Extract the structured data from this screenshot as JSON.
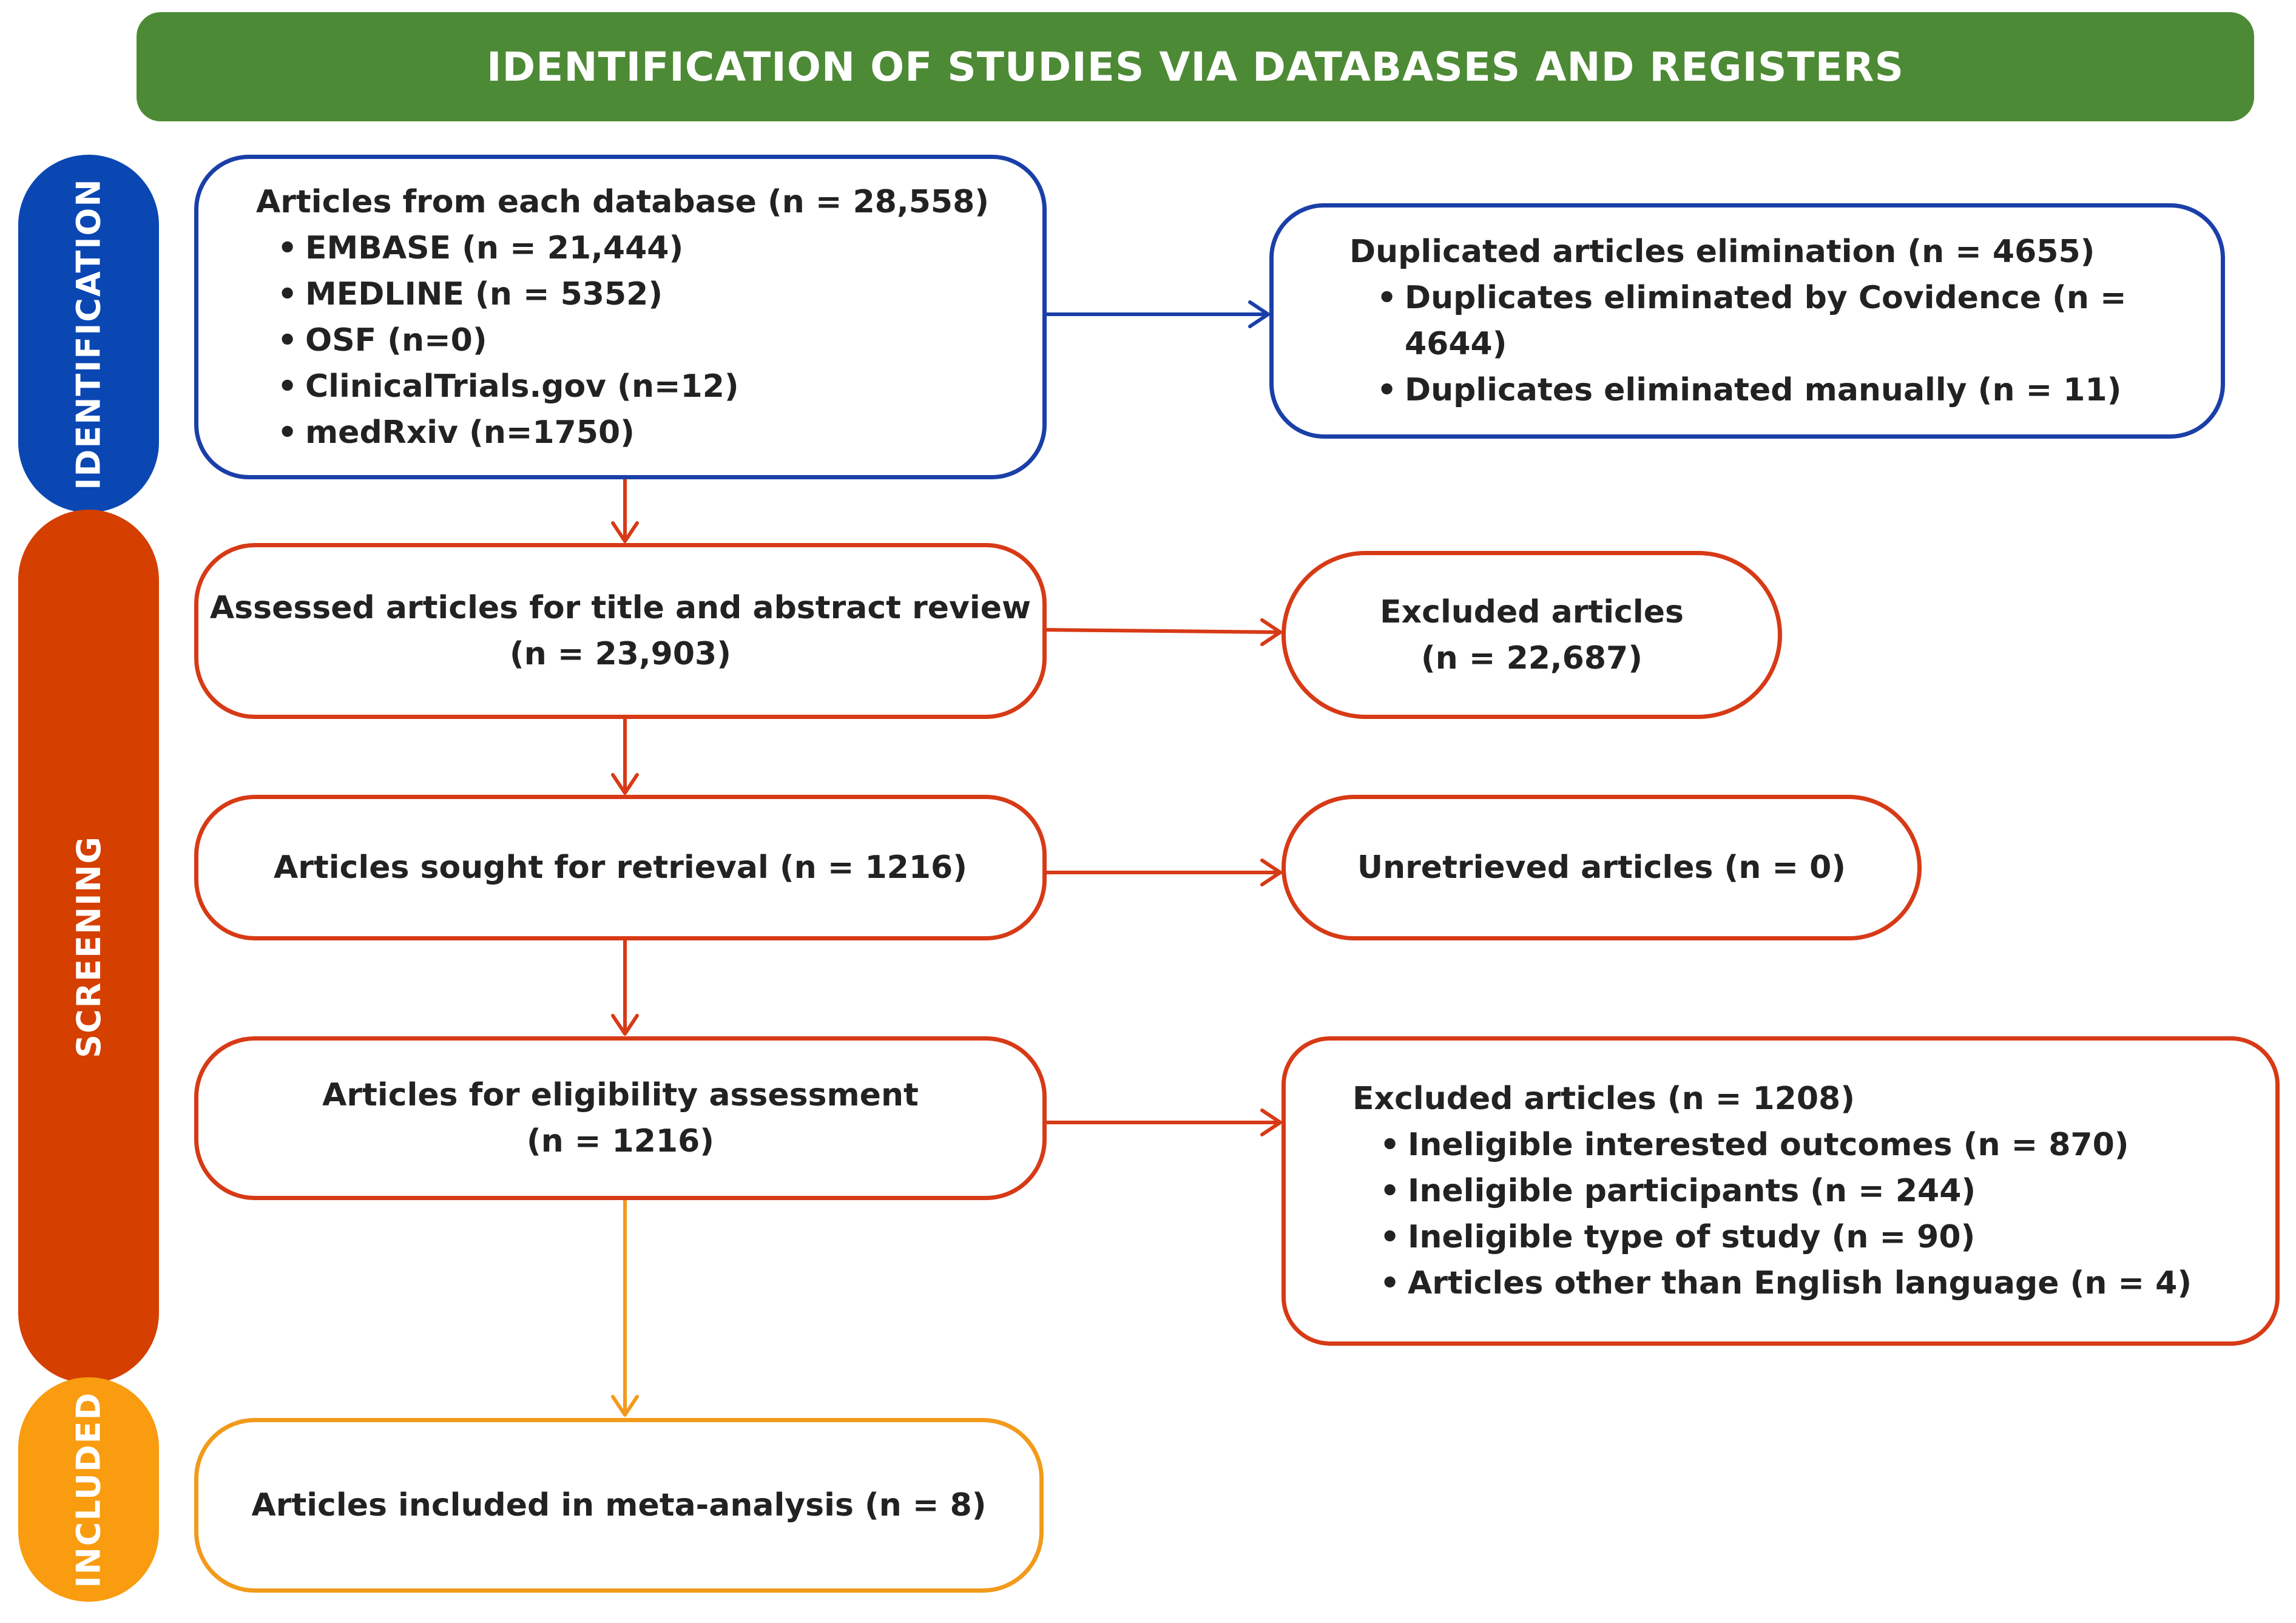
{
  "banner": {
    "title": "IDENTIFICATION OF STUDIES VIA DATABASES AND REGISTERS"
  },
  "stages": {
    "identification": "IDENTIFICATION",
    "screening": "SCREENING",
    "included": "INCLUDED"
  },
  "colors": {
    "banner": "#4d8a35",
    "identification": "#0a47b3",
    "screening": "#d53f00",
    "included": "#f99c10",
    "blue_border": "#1a3fa8",
    "red_border": "#d73a16",
    "orange_border": "#f29a1b"
  },
  "boxes": {
    "databases": {
      "title": "Articles from each database (n = 28,558)",
      "items": [
        "EMBASE (n = 21,444)",
        "MEDLINE (n = 5352)",
        "OSF (n=0)",
        "ClinicalTrials.gov (n=12)",
        "medRxiv (n=1750)"
      ]
    },
    "duplicates": {
      "title": "Duplicated articles elimination (n = 4655)",
      "items": [
        "Duplicates eliminated by Covidence (n = 4644)",
        "Duplicates eliminated manually (n = 11)"
      ]
    },
    "assessed": {
      "line1": "Assessed articles for title and abstract review",
      "line2": "(n = 23,903)"
    },
    "excluded1": {
      "line1": "Excluded articles",
      "line2": "(n = 22,687)"
    },
    "sought": {
      "text": "Articles sought for retrieval (n = 1216)"
    },
    "unretrieved": {
      "text": "Unretrieved articles (n = 0)"
    },
    "eligibility": {
      "line1": "Articles for eligibility assessment",
      "line2": "(n = 1216)"
    },
    "excluded2": {
      "title": "Excluded articles (n = 1208)",
      "items": [
        "Ineligible interested outcomes (n = 870)",
        "Ineligible participants (n = 244)",
        "Ineligible type of study (n = 90)",
        "Articles other than English language (n = 4)"
      ]
    },
    "included": {
      "text": "Articles included in meta-analysis (n = 8)"
    }
  }
}
